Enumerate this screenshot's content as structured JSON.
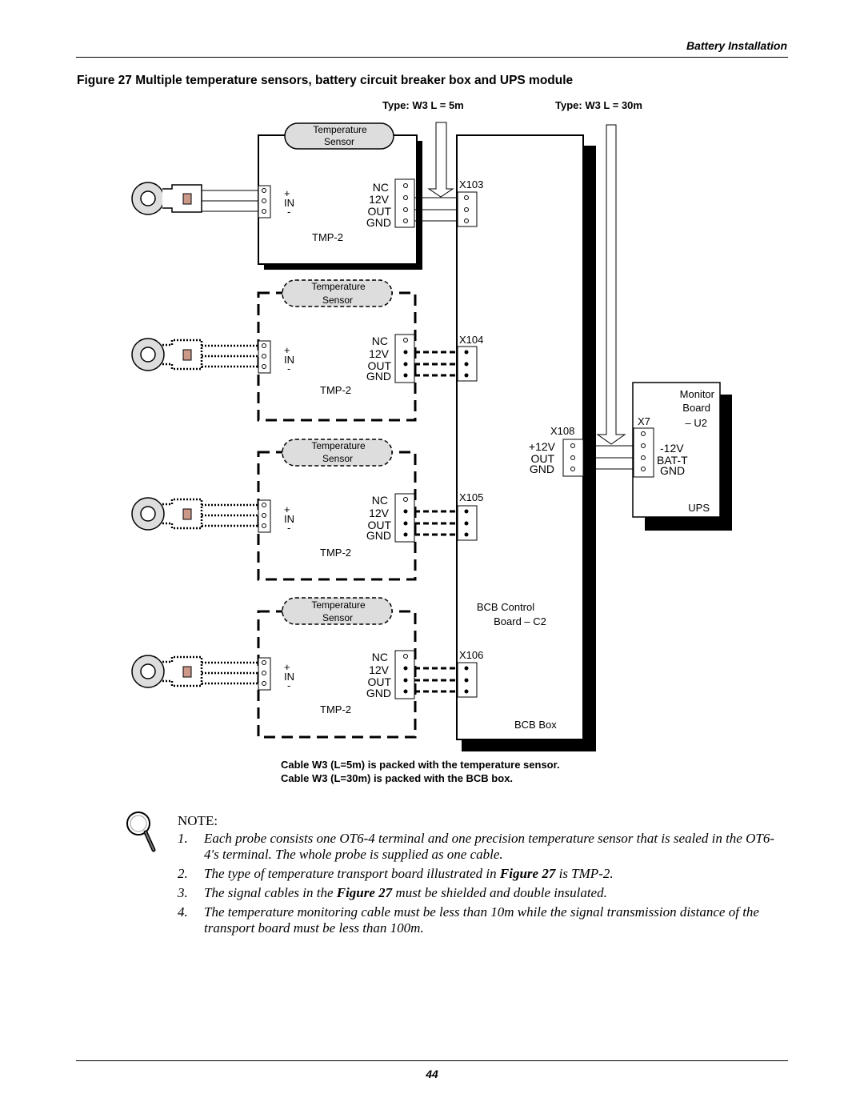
{
  "header": {
    "section_title": "Battery Installation"
  },
  "figure": {
    "caption": "Figure 27  Multiple temperature sensors, battery circuit breaker box and UPS module",
    "cable_type_5m": "Type: W3  L = 5m",
    "cable_type_30m": "Type: W3  L = 30m",
    "sensor_label_line1": "Temperature",
    "sensor_label_line2": "Sensor",
    "tmp_board_label": "TMP-2",
    "pin_nc": "NC",
    "pin_12v": "12V",
    "pin_out": "OUT",
    "pin_gnd": "GND",
    "in_plus": "+",
    "in_label": "IN",
    "in_minus": "-",
    "connectors": [
      "X103",
      "X104",
      "X105",
      "X106"
    ],
    "x108": "X108",
    "x108_pins": [
      "+12V",
      "OUT",
      "GND"
    ],
    "bcb_control_line1": "BCB Control",
    "bcb_control_line2": "Board – C2",
    "bcb_box": "BCB Box",
    "monitor_line1": "Monitor",
    "monitor_line2": "Board",
    "monitor_u2": "– U2",
    "x7": "X7",
    "ups_pins": [
      "-12V",
      "BAT-T",
      "GND"
    ],
    "ups": "UPS",
    "cable_note_1": "Cable W3 (L=5m) is packed with the temperature sensor.",
    "cable_note_2": "Cable W3 (L=30m) is packed with the BCB box."
  },
  "note": {
    "title": "NOTE:",
    "items": [
      {
        "num": "1.",
        "text": "Each probe consists one OT6-4 terminal and one precision temperature sensor that is sealed in the OT6-4's terminal. The whole probe is supplied as one cable."
      },
      {
        "num": "2.",
        "pre": "The type of temperature transport board illustrated in ",
        "ref": "Figure 27",
        "post": " is TMP-2."
      },
      {
        "num": "3.",
        "pre": "The signal cables in the ",
        "ref": "Figure 27",
        "post": " must be shielded and double insulated."
      },
      {
        "num": "4.",
        "text": "The temperature monitoring cable must be less than 10m while the signal transmission distance of the transport board must be less than 100m."
      }
    ]
  },
  "footer": {
    "page_number": "44"
  }
}
